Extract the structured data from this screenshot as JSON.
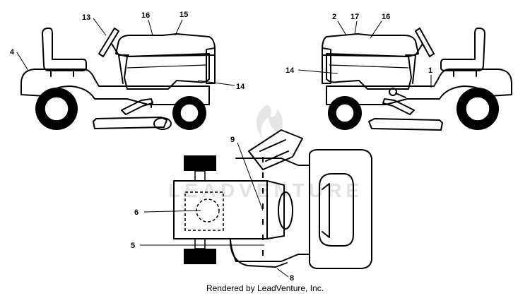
{
  "watermark": {
    "text": "LEADVENTURE"
  },
  "footer": {
    "text": "Rendered by LeadVenture, Inc."
  },
  "callouts": {
    "left_view": {
      "c4": "4",
      "c13": "13",
      "c16": "16",
      "c15": "15",
      "c14": "14"
    },
    "right_view": {
      "c2": "2",
      "c17": "17",
      "c16": "16",
      "c14": "14",
      "c1": "1"
    },
    "top_view": {
      "c9": "9",
      "c6": "6",
      "c5": "5",
      "c8": "8"
    }
  }
}
